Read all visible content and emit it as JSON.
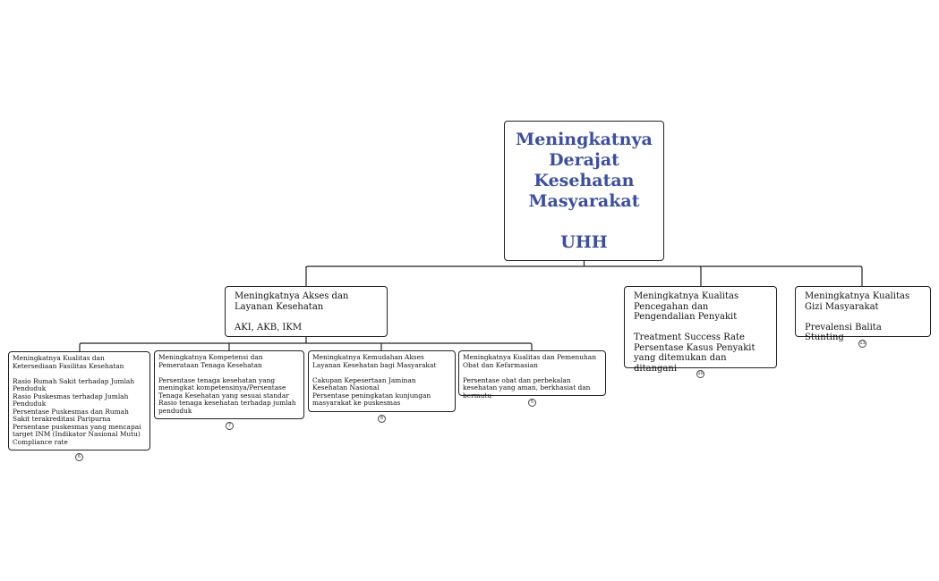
{
  "root": {
    "title": "Meningkatnya Derajat Kesehatan Masyarakat",
    "org": "UHH"
  },
  "level1": [
    {
      "title": "Meningkatnya Akses dan Layanan Kesehatan",
      "indicators": [
        "AKI, AKB, IKM"
      ]
    },
    {
      "title": "Meningkatnya Kualitas Pencegahan dan Pengendalian Penyakit",
      "indicators": [
        "Treatment Success Rate",
        "Persentase Kasus Penyakit yang ditemukan dan ditangani"
      ],
      "badge": "10"
    },
    {
      "title": "Meningkatnya Kualitas Gizi Masyarakat",
      "indicators": [
        "Prevalensi Balita Stunting"
      ],
      "badge": "11"
    }
  ],
  "level2": [
    {
      "title": "Meningkatnya Kualitas dan Ketersediaan Fasilitas Kesehatan",
      "indicators": [
        "Rasio Rumah Sakit terhadap Jumlah Penduduk",
        "Rasio Puskesmas terhadap Jumlah Penduduk",
        "Persentase Puskesmas dan Rumah Sakit terakreditasi Paripurna",
        "Persentase puskesmas yang mencapai target INM (Indikator Nasional Mutu)",
        "Compliance rate"
      ],
      "badge": "6"
    },
    {
      "title": "Meningkatnya Kompetensi dan Pemerataan Tenaga Kesehatan",
      "indicators": [
        "Persentase tenaga kesehatan yang meningkat kompetensinya/Persentase Tenaga Kesehatan yang sesuai standar",
        "Rasio tenaga kesehatan terhadap jumlah penduduk"
      ],
      "badge": "7"
    },
    {
      "title": "Meningkatnya Kemudahan Akses Layanan Kesehatan bagi Masyarakat",
      "indicators": [
        "Cakupan Kepesertaan Jaminan Kesehatan Nasional",
        "Persentase peningkatan kunjungan masyarakat ke puskesmas"
      ],
      "badge": "8"
    },
    {
      "title": "Meningkatnya Kualitas dan Pemenuhan Obat dan Kefarmasian",
      "indicators": [
        "Persentase obat dan perbekalan kesehatan yang aman, berkhasiat dan bermutu"
      ],
      "badge": "5"
    }
  ]
}
